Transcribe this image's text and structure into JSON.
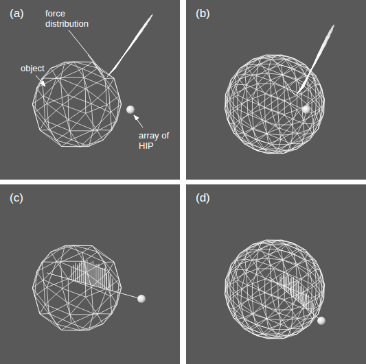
{
  "diagram": {
    "labels": [
      "(a)",
      "(b)",
      "(c)",
      "(d)",
      "force distribution",
      "object",
      "array of HIP"
    ]
  }
}
